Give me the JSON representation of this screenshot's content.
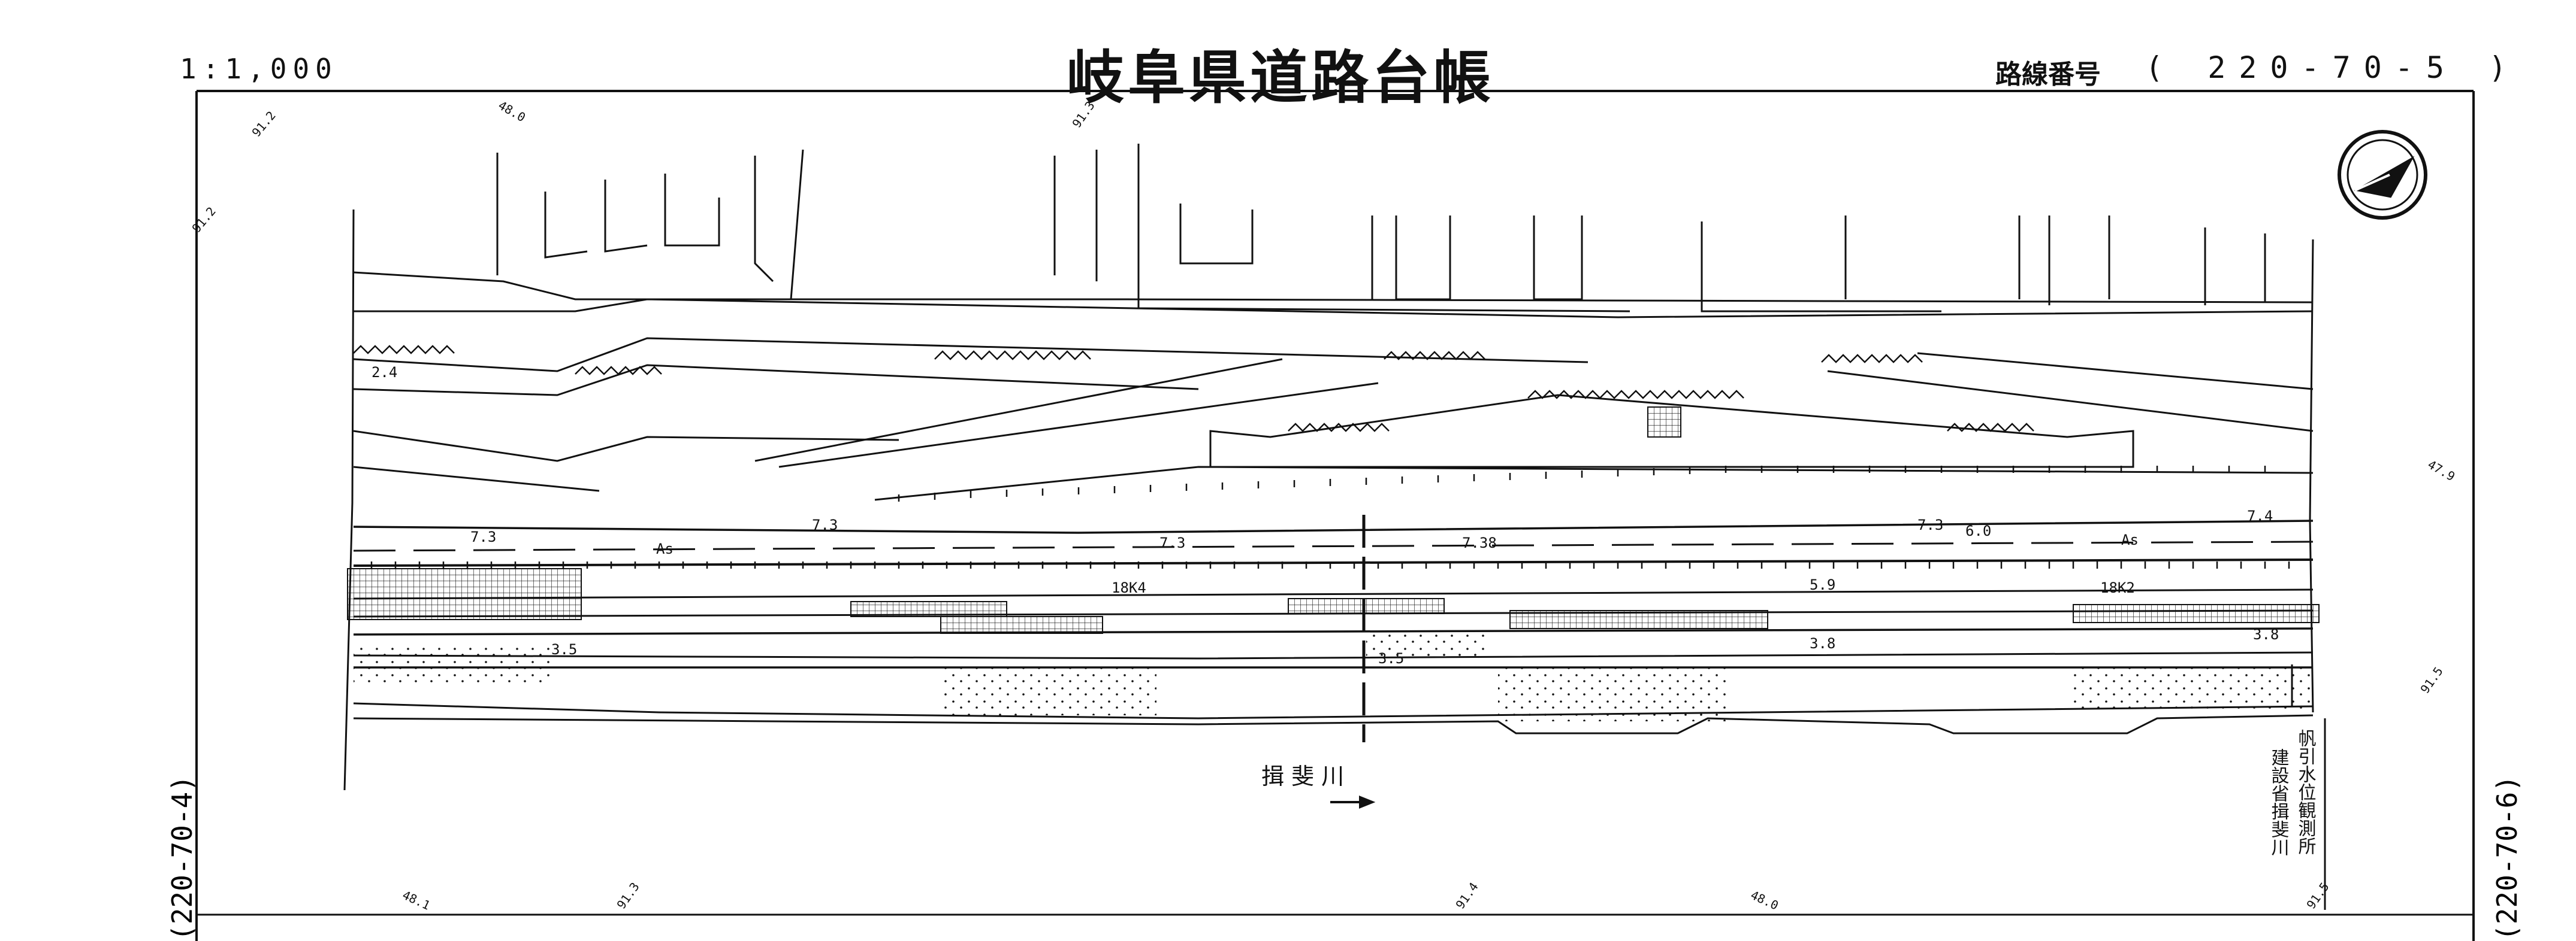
{
  "header": {
    "scale": "1:1,000",
    "title": "岐阜県道路台帳",
    "route_label": "路線番号",
    "route_number": "( 220-70-5 )"
  },
  "adjacent_sheets": {
    "left": "(220-70-4)",
    "right": "(220-70-6)"
  },
  "map": {
    "river_name": "揖 斐 川",
    "station": [
      "帆引水位観測所",
      "建設省揖斐川"
    ],
    "chainage_left": "18K4",
    "chainage_right": "18K2",
    "pavement": "As",
    "elevations": {
      "e1": "7.3",
      "e2": "7.3",
      "e3": "7.3",
      "e4": "7.38",
      "e5": "7.3",
      "e6": "7.4",
      "e7": "5.9",
      "e8": "3.5",
      "e9": "3.5",
      "e10": "3.8",
      "e11": "3.8",
      "e12": "2.4",
      "e13": "6.0"
    },
    "contours": {
      "c1": "91.2",
      "c2": "48.0",
      "c3": "91.3",
      "c4": "91.2",
      "c5": "47.9",
      "c6": "91.5",
      "c7": "48.1",
      "c8": "91.3",
      "c9": "91.4",
      "c10": "48.0",
      "c11": "91.5"
    }
  },
  "colors": {
    "ink": "#111111",
    "paper": "#ffffff"
  }
}
